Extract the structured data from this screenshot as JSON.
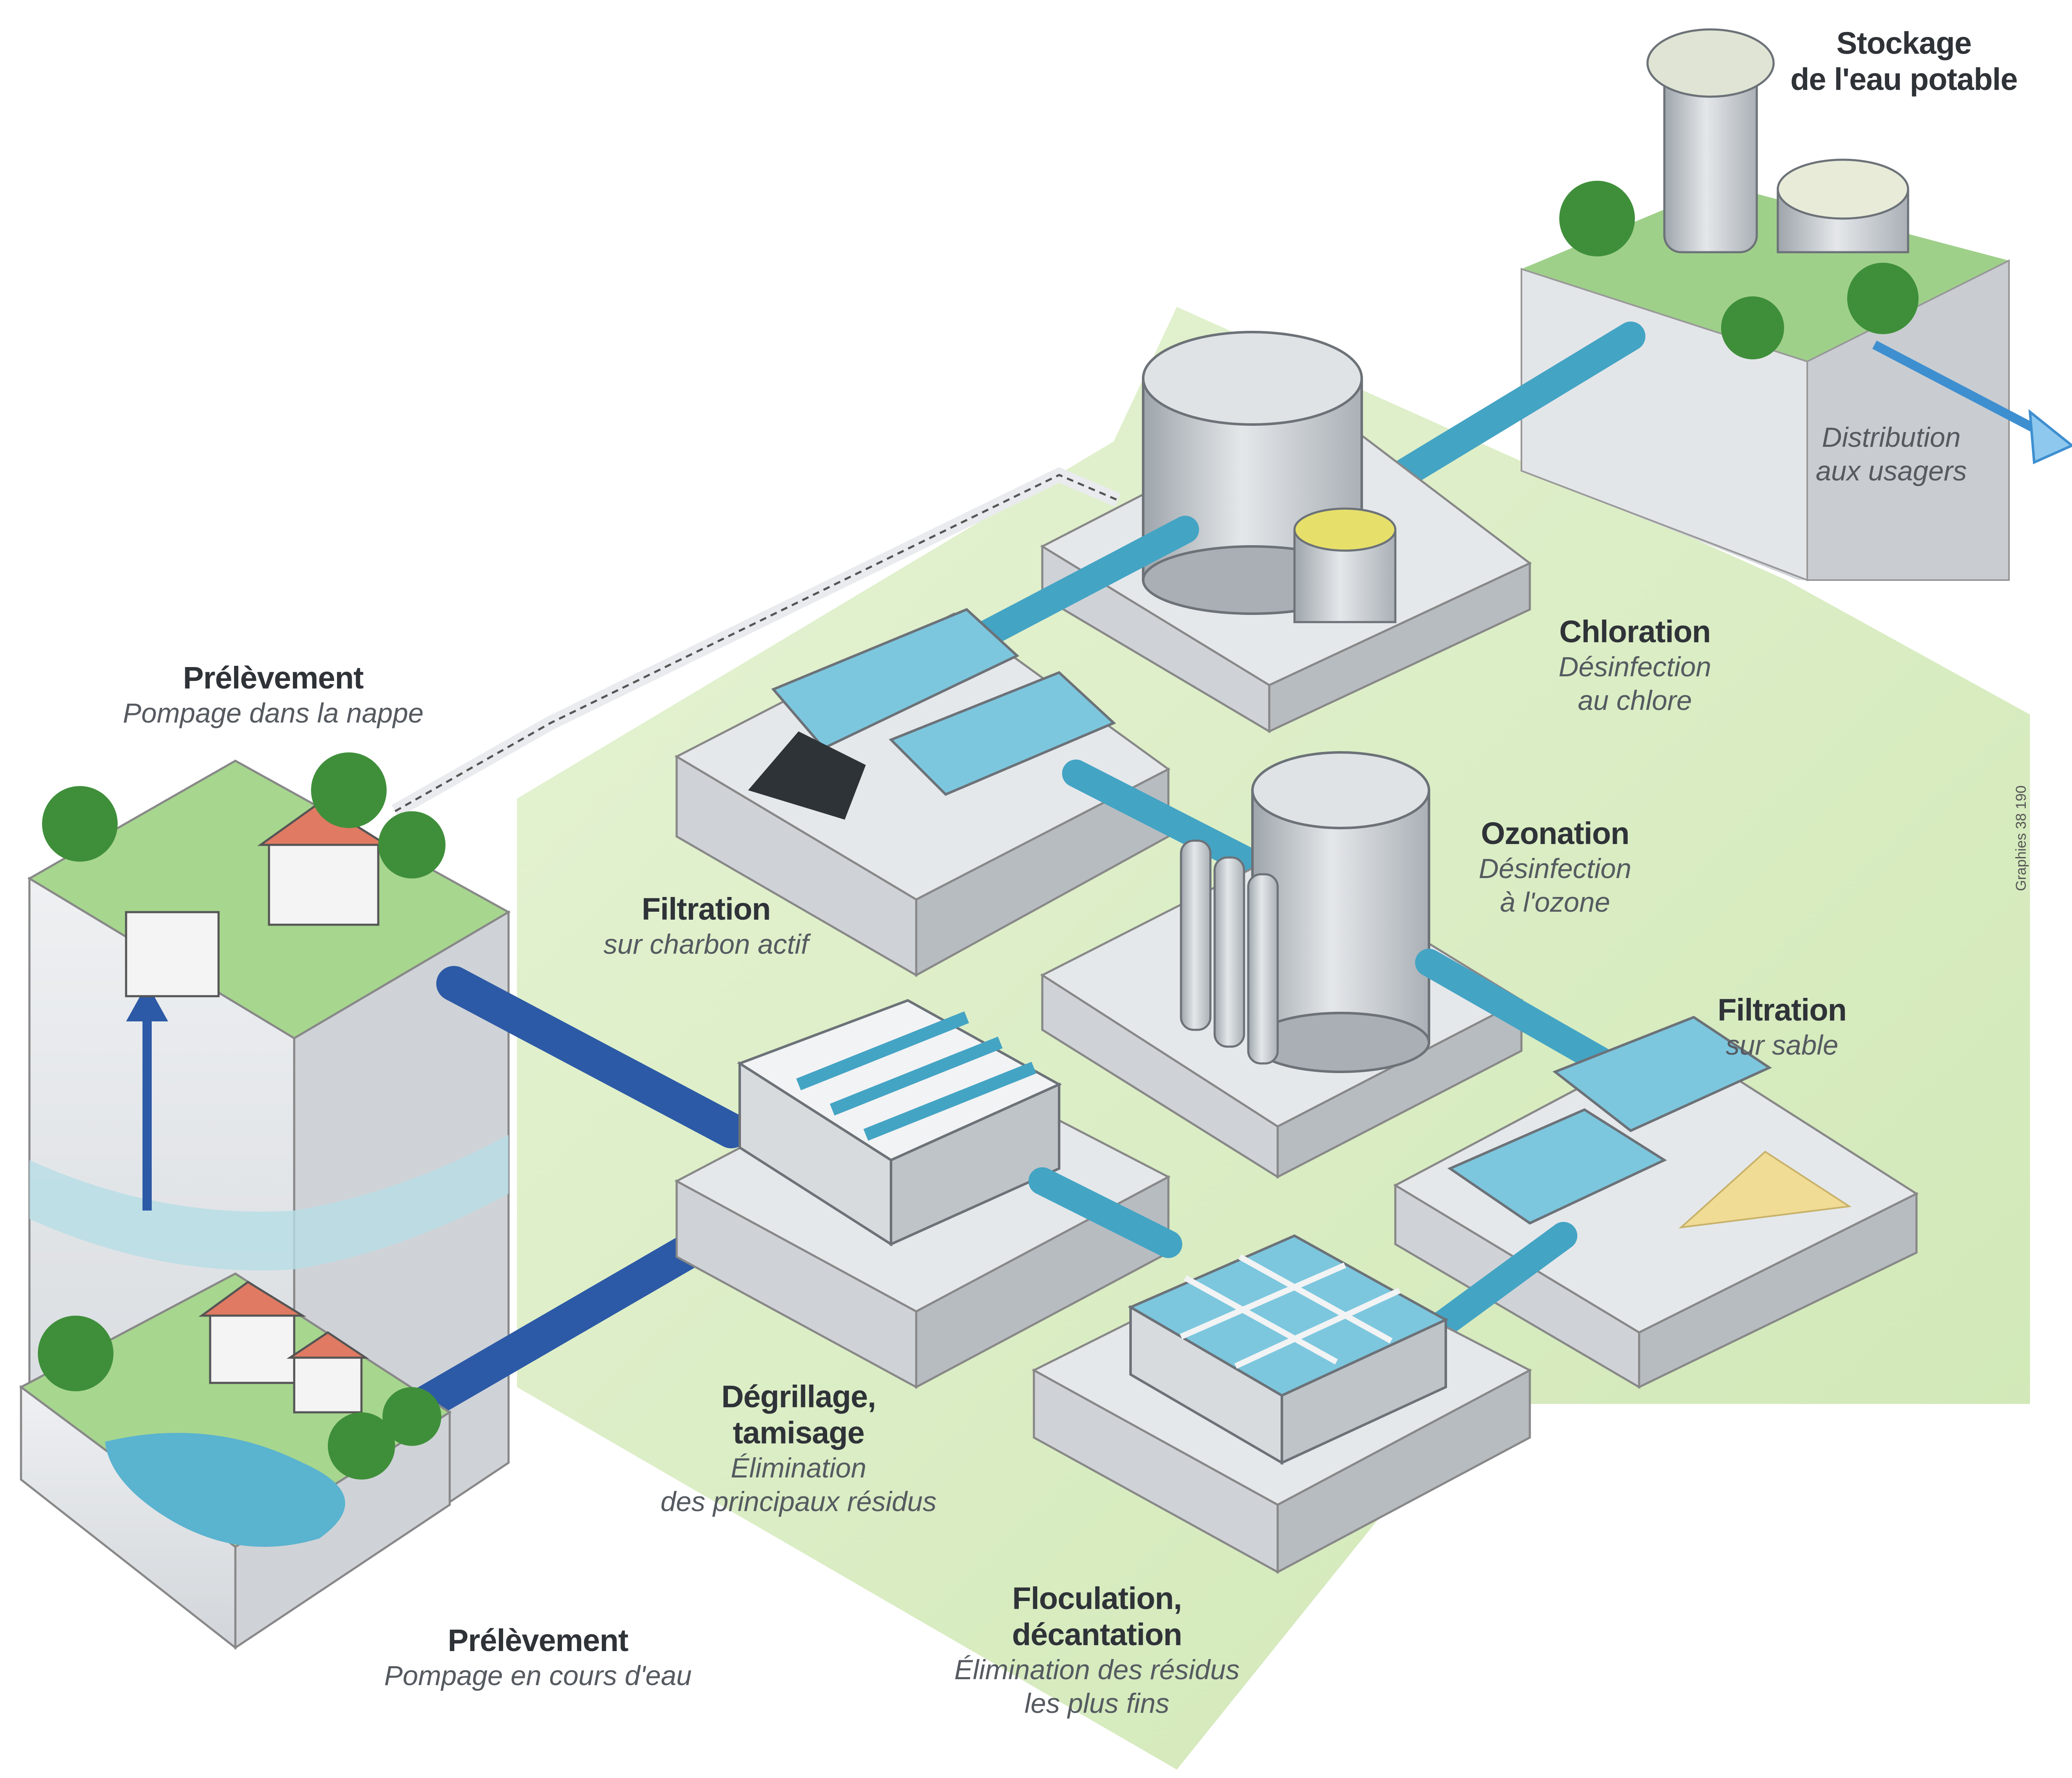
{
  "labels": {
    "storage": {
      "title_1": "Stockage",
      "title_2": "de l'eau potable"
    },
    "distribution": {
      "line_1": "Distribution",
      "line_2": "aux usagers"
    },
    "chloration": {
      "title": "Chloration",
      "line_1": "Désinfection",
      "line_2": "au chlore"
    },
    "intake_groundwater": {
      "title": "Prélèvement",
      "subtitle": "Pompage dans la nappe"
    },
    "carbon_filtration": {
      "title": "Filtration",
      "subtitle": "sur charbon actif"
    },
    "ozonation": {
      "title": "Ozonation",
      "line_1": "Désinfection",
      "line_2": "à l'ozone"
    },
    "sand_filtration": {
      "title": "Filtration",
      "subtitle": "sur sable"
    },
    "screening": {
      "title_1": "Dégrillage,",
      "title_2": "tamisage",
      "line_1": "Élimination",
      "line_2": "des principaux résidus"
    },
    "flocculation": {
      "title_1": "Floculation,",
      "title_2": "décantation",
      "line_1": "Élimination des résidus",
      "line_2": "les plus fins"
    },
    "intake_river": {
      "title": "Prélèvement",
      "subtitle": "Pompage en cours d'eau"
    }
  },
  "credit": "Graphies 38 190",
  "colors": {
    "ground_green": "#d7ecbf",
    "grass": "#8cc47a",
    "tree": "#3f8f3a",
    "pipe_dark": "#2d5aa6",
    "pipe_light": "#44a4c4",
    "water": "#7cc7de",
    "concrete": "#d9dcdf",
    "roof": "#e07a62"
  }
}
